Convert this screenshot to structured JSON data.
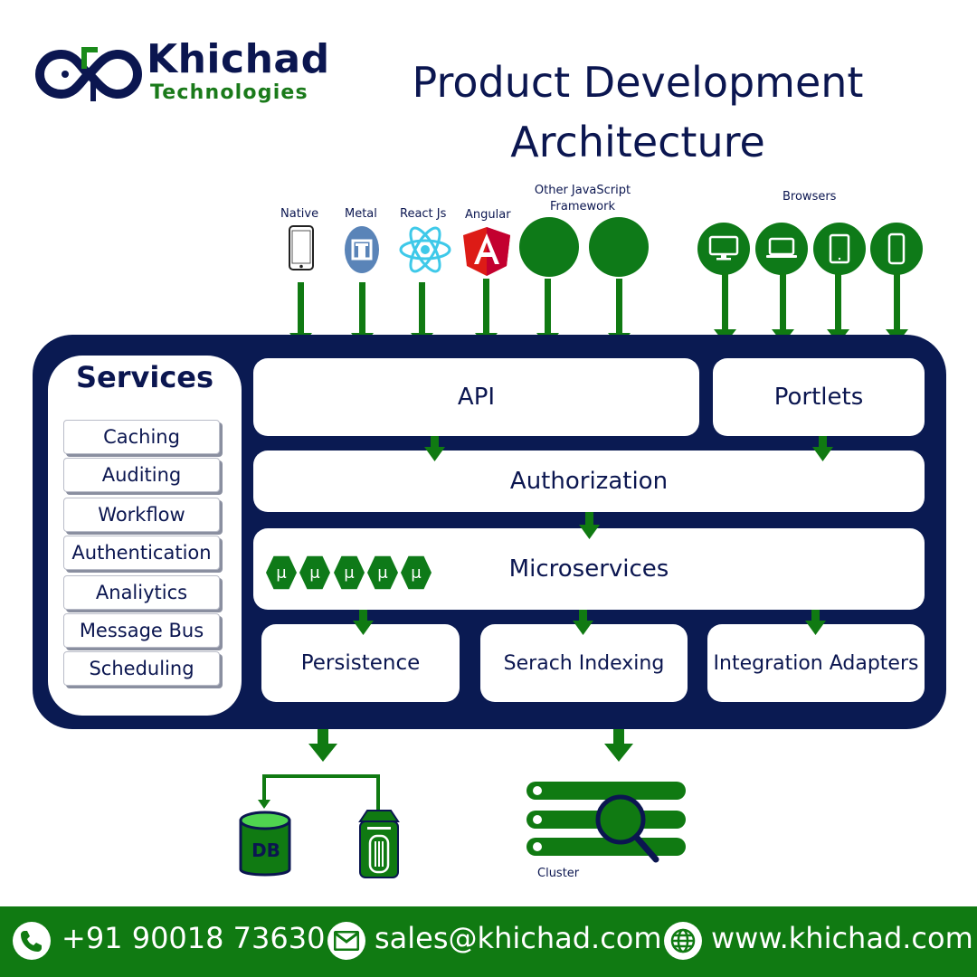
{
  "brand": {
    "name": "Khichad",
    "subtitle": "Technologies"
  },
  "title": {
    "line1": "Product Development",
    "line2": "Architecture"
  },
  "clients": {
    "native": "Native",
    "metal": "Metal",
    "react": "React Js",
    "angular": "Angular",
    "other_js": "Other JavaScript Framework",
    "browsers": "Browsers"
  },
  "services": {
    "title": "Services",
    "items": [
      "Caching",
      "Auditing",
      "Workflow",
      "Authentication",
      "Analiytics",
      "Message Bus",
      "Scheduling"
    ]
  },
  "layers": {
    "api": "API",
    "portlets": "Portlets",
    "authorization": "Authorization",
    "microservices": "Microservices",
    "mu_symbol": "μ",
    "persistence": "Persistence",
    "search_indexing": "Serach Indexing",
    "integration_adapters": "Integration Adapters"
  },
  "storage": {
    "db": "DB",
    "cluster": "Cluster"
  },
  "footer": {
    "phone": "+91 90018 73630",
    "email": "sales@khichad.com",
    "website": "www.khichad.com"
  },
  "colors": {
    "navy": "#0a1a52",
    "green": "#107a12",
    "white": "#ffffff"
  },
  "icons": [
    "infinity-logo-icon",
    "phone-icon",
    "metal-icon",
    "react-icon",
    "angular-icon",
    "monitor-icon",
    "laptop-icon",
    "tablet-icon",
    "mobile-icon",
    "database-icon",
    "storage-drive-icon",
    "search-icon",
    "phone-call-icon",
    "mail-icon",
    "globe-icon"
  ]
}
